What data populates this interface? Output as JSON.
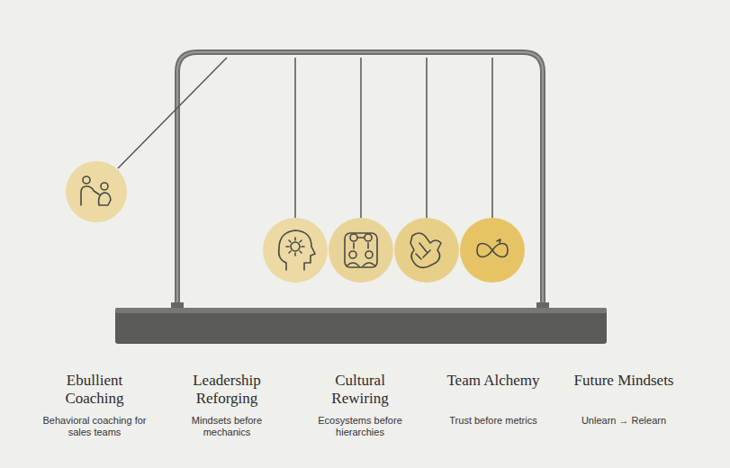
{
  "diagram": {
    "labels": [
      "Ebullient Coaching",
      "Behavioral coaching for sales teams",
      "Leadership Reforging",
      "Mindsets before mechanics",
      "Cultural Rewiring",
      "Ecosystems before hierarchies",
      "Team Alchemy",
      "Trust before metrics",
      "Future Mindsets",
      "Unlearn → Relearn"
    ]
  }
}
